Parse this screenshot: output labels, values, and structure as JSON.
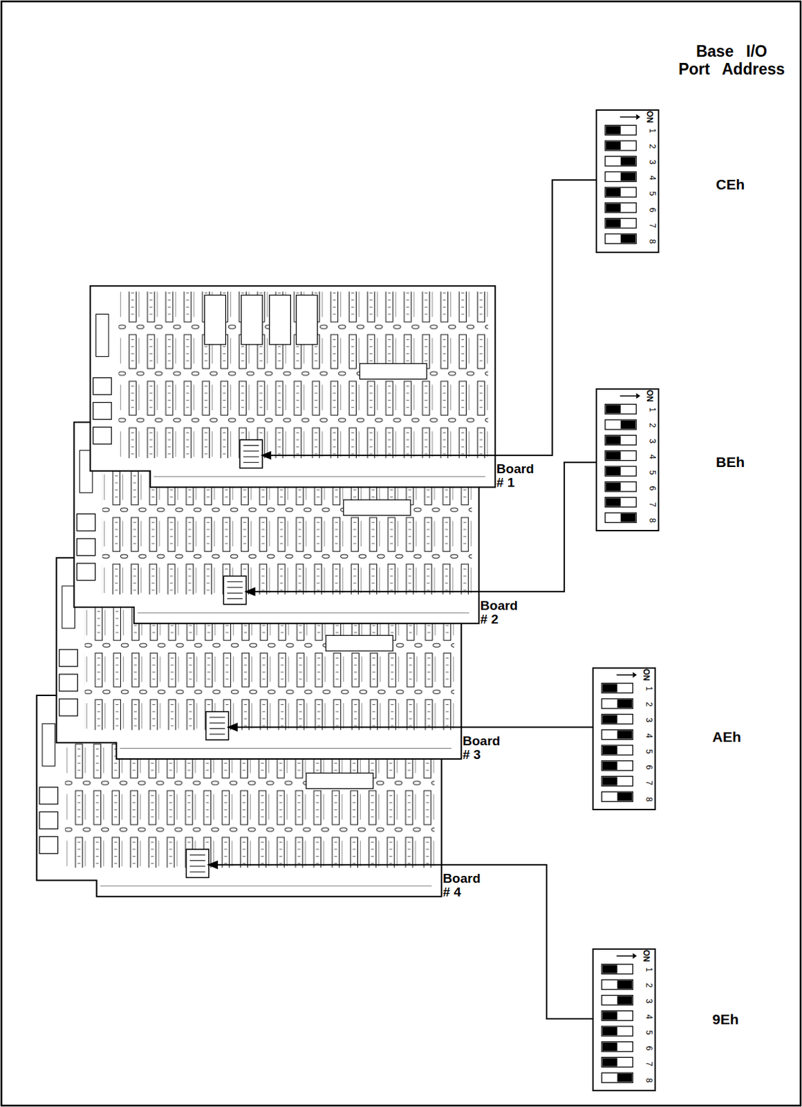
{
  "diagram": {
    "title": "Base I/O Port Address",
    "nodes": [
      {
        "text": [
          "Board # 1"
        ]
      },
      {
        "text": [
          "Board # 2"
        ]
      },
      {
        "text": [
          "Board # 3"
        ]
      },
      {
        "text": [
          "Board # 4"
        ]
      },
      {
        "text": [
          "ON",
          "1",
          "2",
          "3",
          "4",
          "5",
          "6",
          "7",
          "8"
        ]
      },
      {
        "text": [
          "ON",
          "1",
          "2",
          "3",
          "4",
          "5",
          "6",
          "7",
          "8"
        ]
      },
      {
        "text": [
          "ON",
          "1",
          "2",
          "3",
          "4",
          "5",
          "6",
          "7",
          "8"
        ]
      },
      {
        "text": [
          "ON",
          "1",
          "2",
          "3",
          "4",
          "5",
          "6",
          "7",
          "8"
        ]
      }
    ],
    "edges": [
      {
        "from": 4,
        "to": 0,
        "arrow": "to"
      },
      {
        "from": 5,
        "to": 1,
        "arrow": "to"
      },
      {
        "from": 6,
        "to": 2,
        "arrow": "to"
      },
      {
        "from": 7,
        "to": 3,
        "arrow": "to"
      }
    ],
    "labels": [
      "CEh",
      "BEh",
      "AEh",
      "9Eh"
    ]
  }
}
